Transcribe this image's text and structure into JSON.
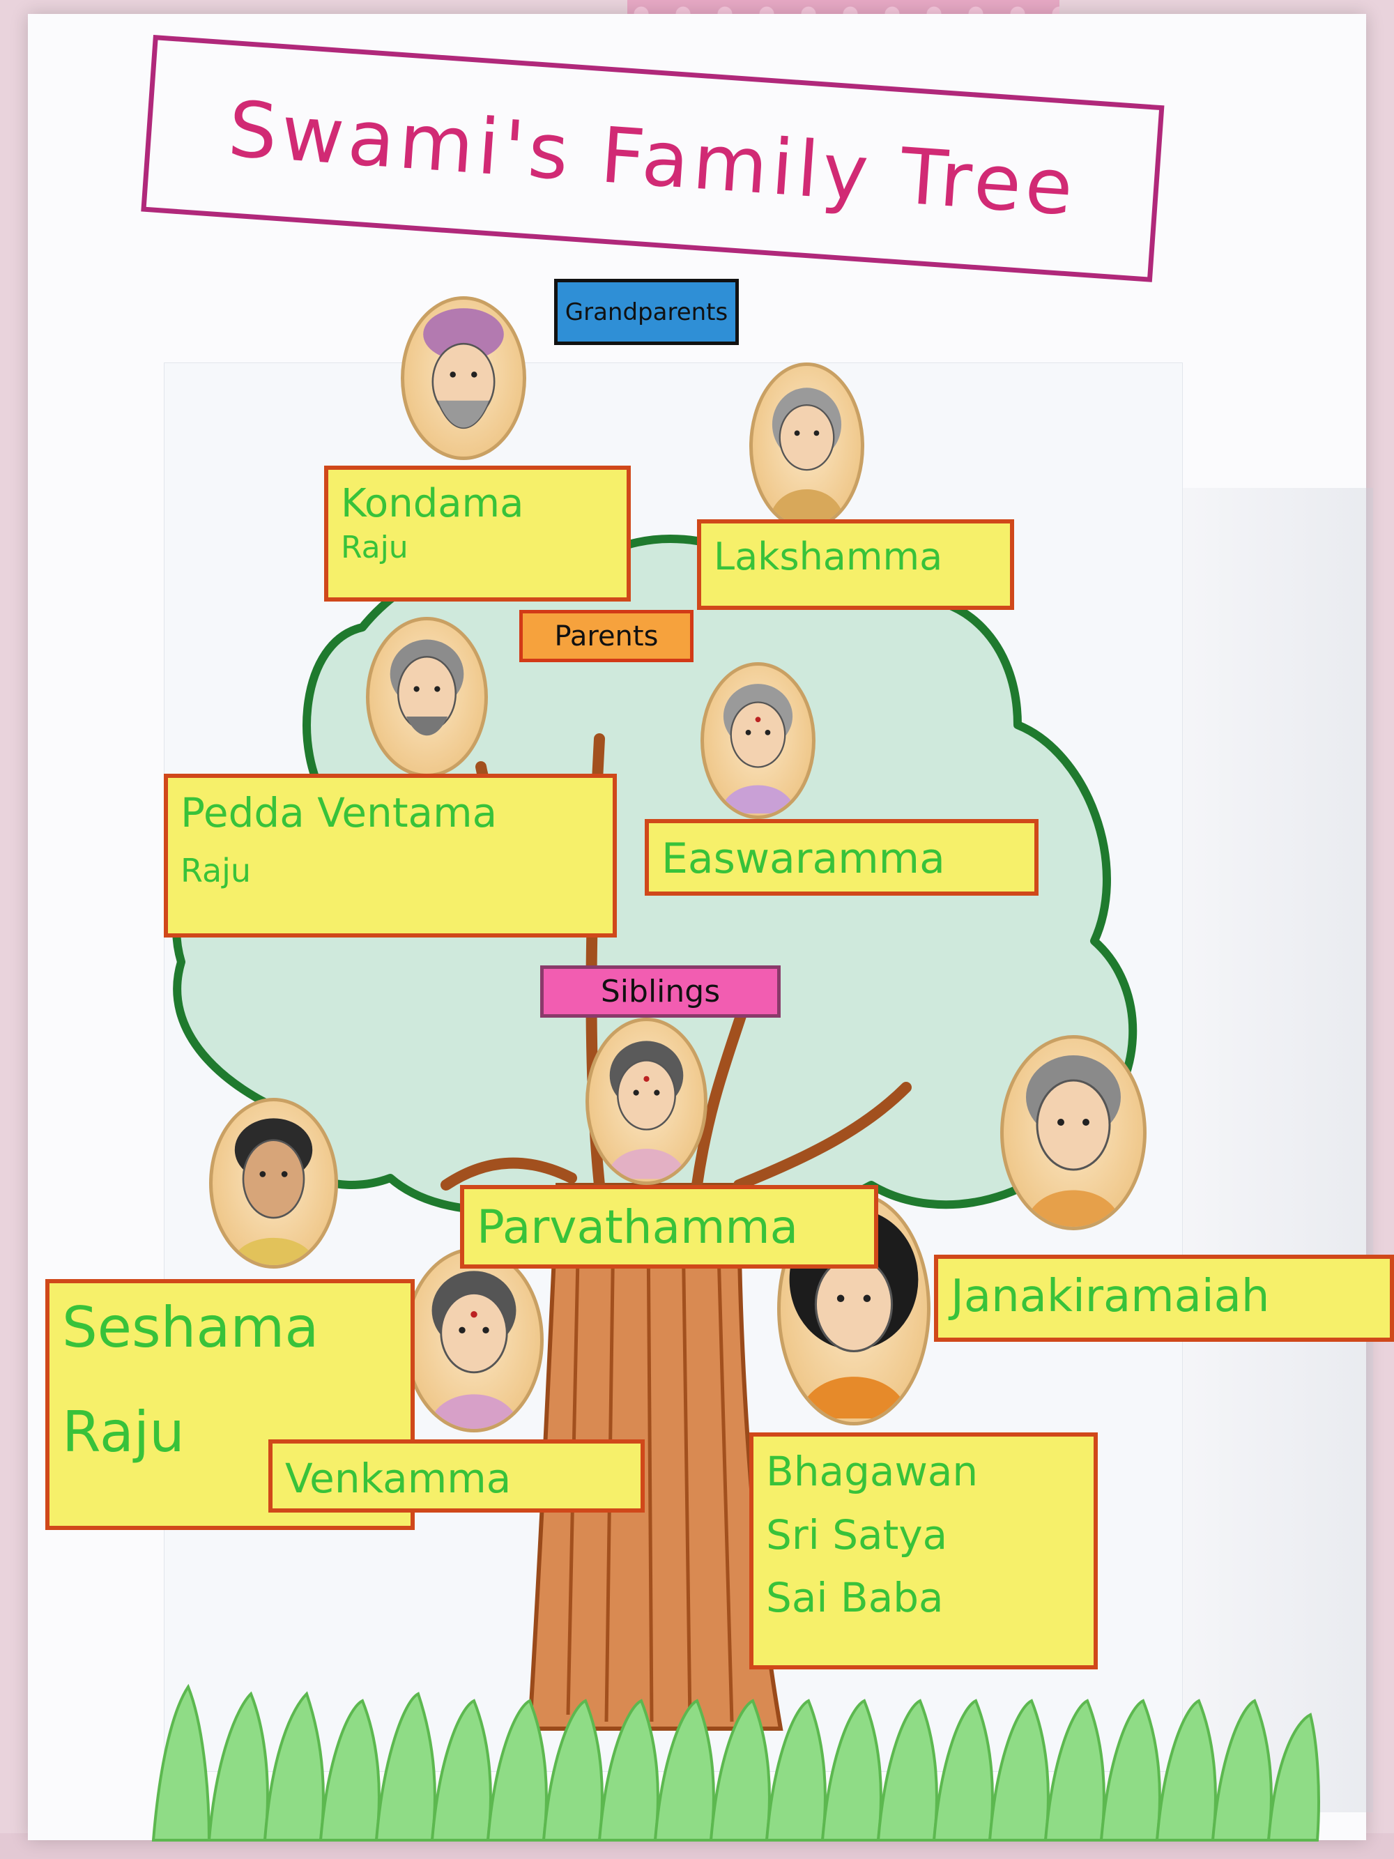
{
  "title": "Swami's Family Tree",
  "labels": {
    "grandparents": "Grandparents",
    "parents": "Parents",
    "siblings": "Siblings"
  },
  "grandparents": [
    {
      "name_line1": "Kondama",
      "name_line2": "Raju"
    },
    {
      "name_line1": "Lakshamma"
    }
  ],
  "parents": [
    {
      "name_line1": "Pedda Ventama",
      "name_line2": "Raju"
    },
    {
      "name_line1": "Easwaramma"
    }
  ],
  "siblings": [
    {
      "name_line1": "Parvathamma"
    },
    {
      "name_line1": "Janakiramaiah"
    },
    {
      "name_line1": "Seshama",
      "name_line2": "Raju"
    },
    {
      "name_line1": "Venkamma"
    },
    {
      "name_line1": "Bhagawan",
      "name_line2": "Sri Satya",
      "name_line3": "Sai Baba"
    }
  ],
  "colors": {
    "title": "#d12a74",
    "name_text": "#38c23a",
    "name_fill": "#f6f06a",
    "name_border": "#d0481a",
    "foliage": "#cfe9dc",
    "foliage_outline": "#1f7a2e",
    "trunk": "#b9622a",
    "grass": "#7fd07a"
  }
}
